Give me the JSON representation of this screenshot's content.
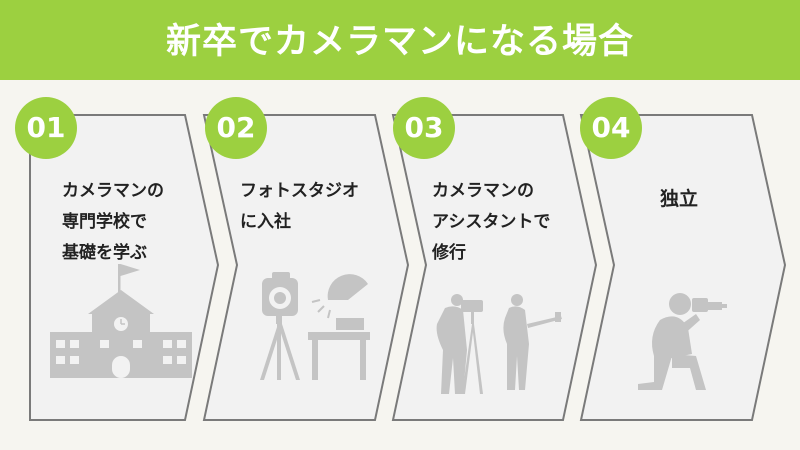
{
  "title": "新卒でカメラマンになる場合",
  "steps": [
    {
      "number": "01",
      "lines": [
        "カメラマンの",
        "専門学校で",
        "基礎を学ぶ"
      ],
      "icon": "school-icon"
    },
    {
      "number": "02",
      "lines": [
        "フォトスタジオ",
        "に入社"
      ],
      "icon": "photo-studio-icon"
    },
    {
      "number": "03",
      "lines": [
        "カメラマンの",
        "アシスタントで",
        "修行"
      ],
      "icon": "camera-crew-icon"
    },
    {
      "number": "04",
      "lines": [
        "独立"
      ],
      "icon": "photographer-icon"
    }
  ],
  "colors": {
    "accent": "#9cd040",
    "card_fill": "#f2f2f2",
    "card_border": "#7a7a7a",
    "illustration": "#c4c4c4",
    "background": "#f6f5f0"
  }
}
